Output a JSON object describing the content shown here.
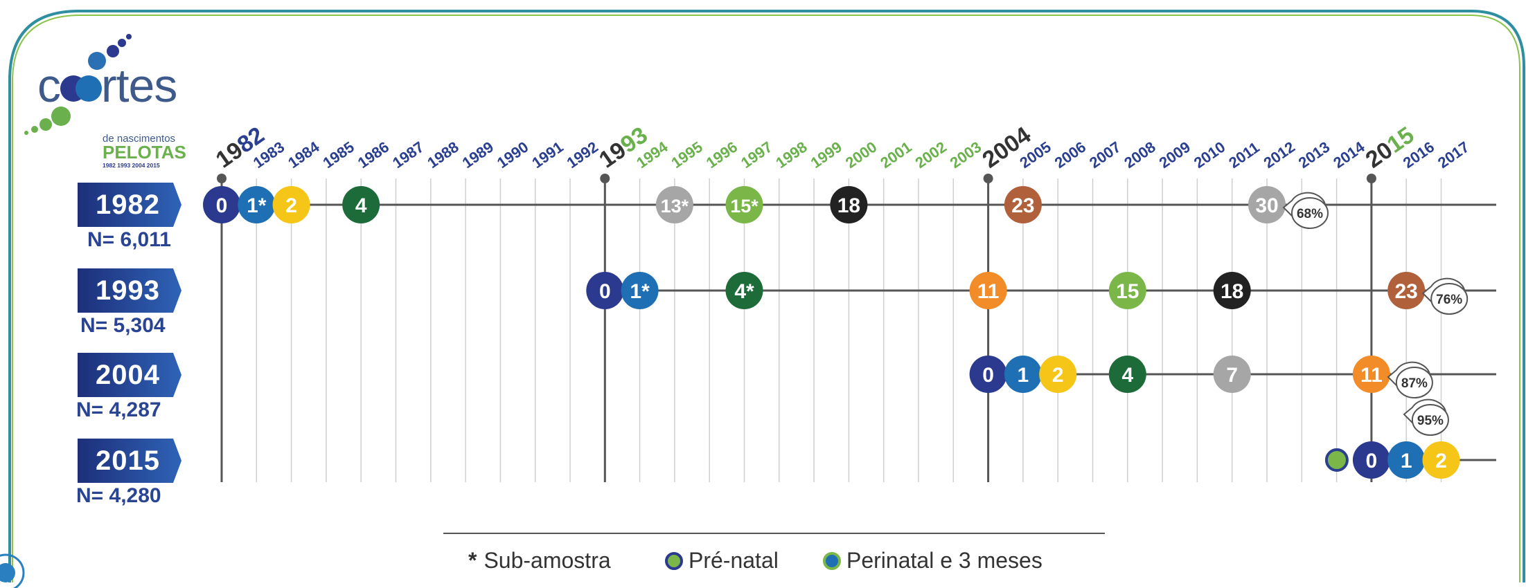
{
  "logo": {
    "word_before": "c",
    "word_after": "rtes",
    "subtitle": "de nascimentos",
    "city": "PELOTAS",
    "years": "1982 1993 2004 2015"
  },
  "timeline": {
    "years": [
      "1982",
      "1983",
      "1984",
      "1985",
      "1986",
      "1987",
      "1988",
      "1989",
      "1990",
      "1991",
      "1992",
      "1993",
      "1994",
      "1995",
      "1996",
      "1997",
      "1998",
      "1999",
      "2000",
      "2001",
      "2002",
      "2003",
      "2004",
      "2005",
      "2006",
      "2007",
      "2008",
      "2009",
      "2010",
      "2011",
      "2012",
      "2013",
      "2014",
      "2015",
      "2016",
      "2017"
    ],
    "cohort_start_years": [
      "1982",
      "1993",
      "2004",
      "2015"
    ]
  },
  "cohorts": [
    {
      "label": "1982",
      "n": "N= 6,011",
      "visits": [
        {
          "year": 1982,
          "label": "0",
          "color": "#2b3a8f"
        },
        {
          "year": 1983,
          "label": "1*",
          "color": "#1f6fb4"
        },
        {
          "year": 1984,
          "label": "2",
          "color": "#f5c518"
        },
        {
          "year": 1986,
          "label": "4",
          "color": "#1e6b3a"
        },
        {
          "year": 1995,
          "label": "13*",
          "color": "#a6a6a6"
        },
        {
          "year": 1997,
          "label": "15*",
          "color": "#7ab648"
        },
        {
          "year": 2000,
          "label": "18",
          "color": "#222222"
        },
        {
          "year": 2005,
          "label": "23",
          "color": "#b0603a"
        },
        {
          "year": 2012,
          "label": "30",
          "color": "#a6a6a6"
        }
      ],
      "retention": "68%"
    },
    {
      "label": "1993",
      "n": "N= 5,304",
      "visits": [
        {
          "year": 1993,
          "label": "0",
          "color": "#2b3a8f"
        },
        {
          "year": 1994,
          "label": "1*",
          "color": "#1f6fb4"
        },
        {
          "year": 1997,
          "label": "4*",
          "color": "#1e6b3a"
        },
        {
          "year": 2004,
          "label": "11",
          "color": "#f28c28"
        },
        {
          "year": 2008,
          "label": "15",
          "color": "#7ab648"
        },
        {
          "year": 2011,
          "label": "18",
          "color": "#222222"
        },
        {
          "year": 2016,
          "label": "23",
          "color": "#b0603a"
        }
      ],
      "retention": "76%"
    },
    {
      "label": "2004",
      "n": "N= 4,287",
      "visits": [
        {
          "year": 2004,
          "label": "0",
          "color": "#2b3a8f"
        },
        {
          "year": 2005,
          "label": "1",
          "color": "#1f6fb4"
        },
        {
          "year": 2006,
          "label": "2",
          "color": "#f5c518"
        },
        {
          "year": 2008,
          "label": "4",
          "color": "#1e6b3a"
        },
        {
          "year": 2011,
          "label": "7",
          "color": "#a6a6a6"
        },
        {
          "year": 2015,
          "label": "11",
          "color": "#f28c28"
        }
      ],
      "retention": "87%"
    },
    {
      "label": "2015",
      "n": "N= 4,280",
      "visits": [
        {
          "year": 2015,
          "label": "0",
          "color": "#2b3a8f"
        },
        {
          "year": 2016,
          "label": "1",
          "color": "#1f6fb4"
        },
        {
          "year": 2017,
          "label": "2",
          "color": "#f5c518"
        }
      ],
      "retention": "95%"
    }
  ],
  "colors": {
    "frame": "#2f8fa0",
    "navy": "#2a3f8f",
    "green": "#6ab04c",
    "prenatal_fill": "#7ab648",
    "perinatal_fill": "#1f6fb4"
  },
  "legend": {
    "star": "*",
    "subsample": "Sub-amostra",
    "prenatal": "Pré-natal",
    "perinatal": "Perinatal e 3 meses"
  }
}
